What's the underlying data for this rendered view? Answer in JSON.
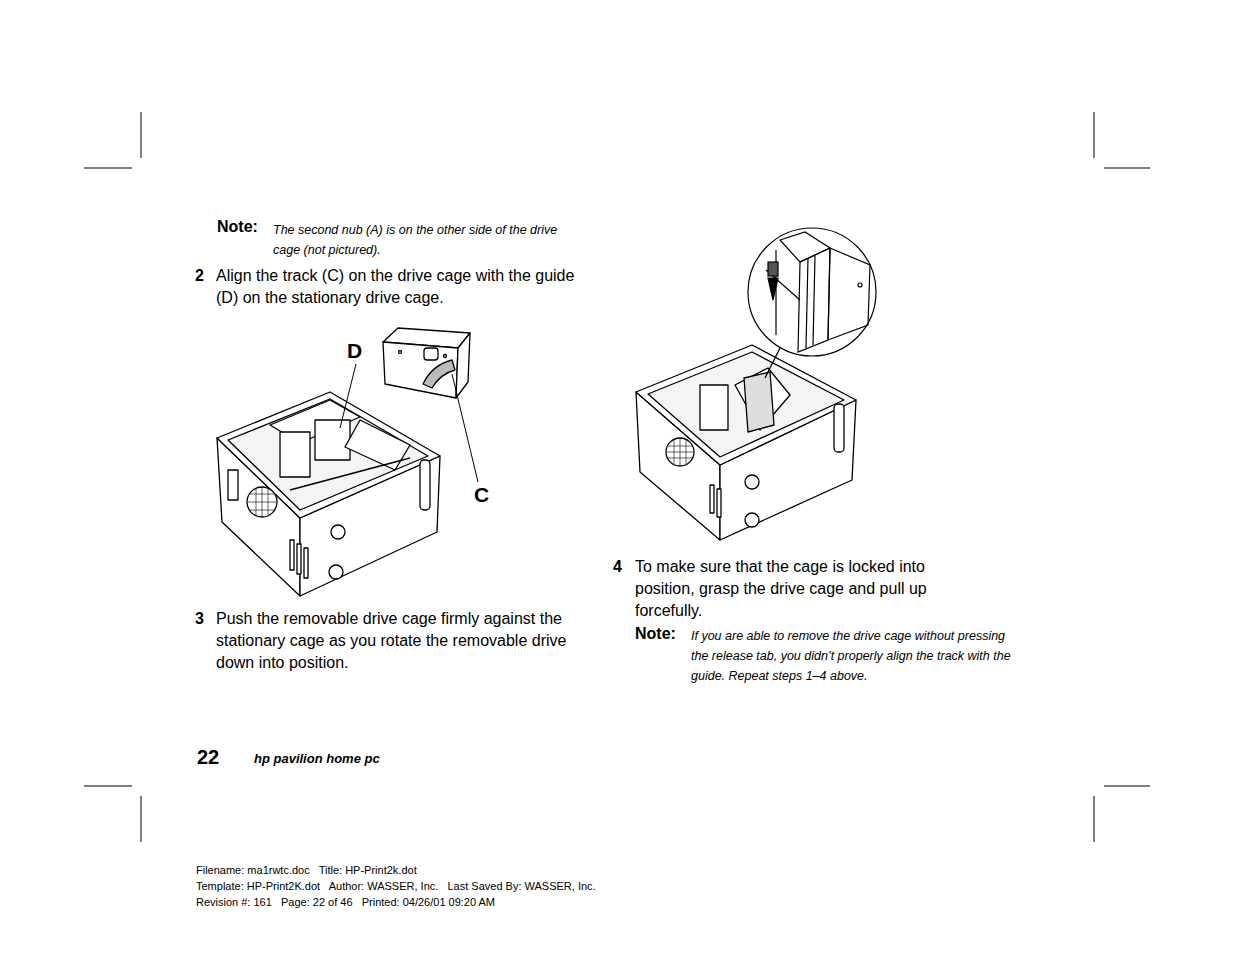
{
  "diagram": {
    "labels": [
      "Note:",
      "The second nub (A) is on the other side of the drive cage (not pictured).",
      "2",
      "Align the track (C) on the drive cage with the guide (D) on the stationary drive cage.",
      "D",
      "C",
      "3",
      "Push the removable drive cage firmly against the stationary cage as you rotate the removable drive down into position.",
      "4",
      "To make sure that the cage is locked into position, grasp the drive cage and pull up forcefully.",
      "Note:",
      "If you are able to remove the drive cage without pressing the release tab, you didn’t properly align the track with the guide. Repeat steps 1–4 above.",
      "22",
      "hp pavilion home pc",
      "Filename: ma1rwtc.doc   Title: HP-Print2k.dot",
      "Template: HP-Print2K.dot   Author: WASSER, Inc.   Last Saved By: WASSER, Inc.",
      "Revision #: 161   Page: 22 of 46   Printed: 04/26/01 09:20 AM"
    ]
  }
}
